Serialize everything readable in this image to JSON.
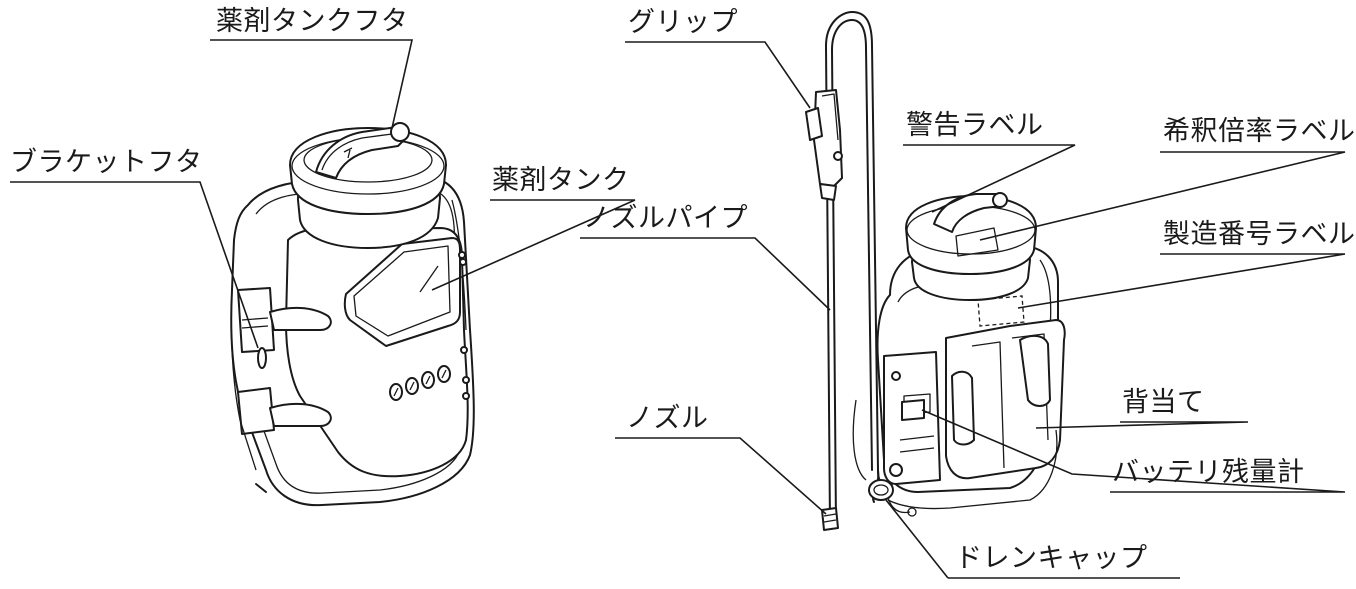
{
  "labels": {
    "tank_lid": "薬剤タンクフタ",
    "bracket_lid": "ブラケットフタ",
    "tank": "薬剤タンク",
    "grip": "グリップ",
    "nozzle_pipe": "ノズルパイプ",
    "nozzle": "ノズル",
    "warning_label": "警告ラベル",
    "dilution_label": "希釈倍率ラベル",
    "serial_label": "製造番号ラベル",
    "back_pad": "背当て",
    "battery_gauge": "バッテリ残量計",
    "drain_cap": "ドレンキャップ"
  }
}
